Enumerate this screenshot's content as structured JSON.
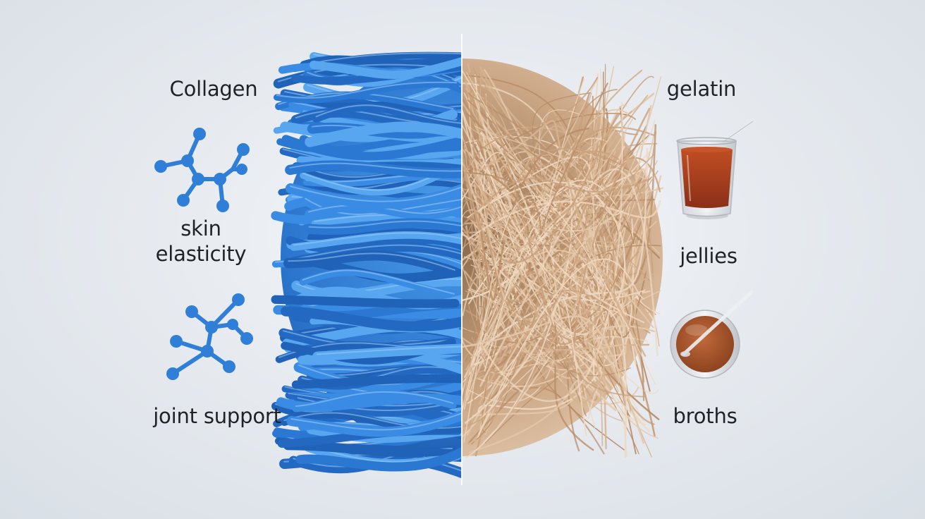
{
  "left_panel": {
    "title": "Collagen",
    "items": [
      {
        "text": "skin\nelasticity",
        "icon": "molecule-icon"
      },
      {
        "text": "joint support",
        "icon": "molecule-icon"
      }
    ]
  },
  "right_panel": {
    "title": "gelatin",
    "items": [
      {
        "text": "jellies",
        "icon": "jelly-glass-icon"
      },
      {
        "text": "broths",
        "icon": "broth-bowl-icon"
      }
    ]
  },
  "colors": {
    "collagen_blue": "#2f7fd8",
    "gelatin_tan": "#d8b696",
    "jelly_red": "#a9401f",
    "broth_brown": "#a9582c",
    "background": "#e7ebf0"
  }
}
